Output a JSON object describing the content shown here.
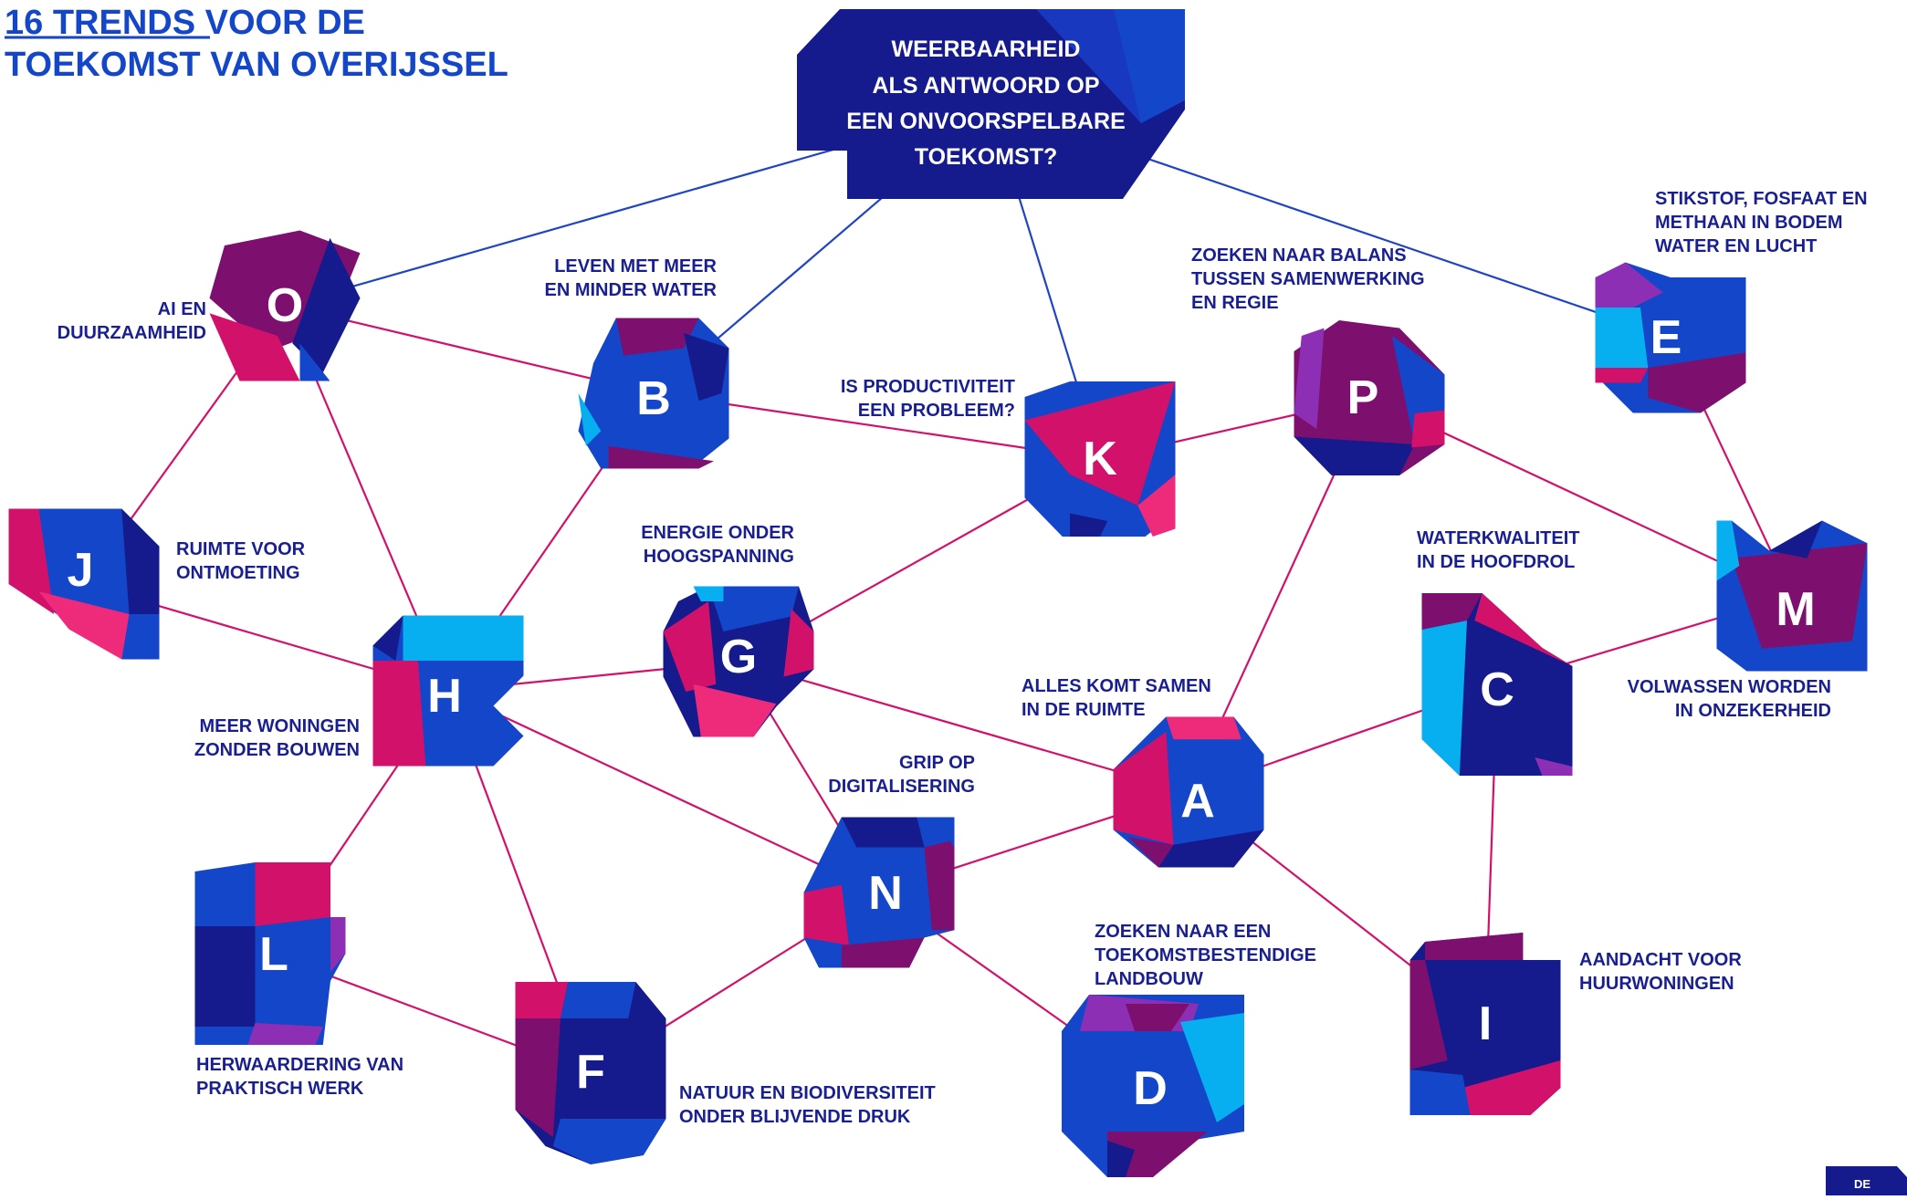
{
  "title": {
    "line1_prefix": "16 TRENDS",
    "line1_rest": " VOOR DE",
    "line2": "TOEKOMST VAN OVERIJSSEL"
  },
  "hub": {
    "lines": [
      "WEERBAARHEID",
      "ALS ANTWOORD OP",
      "EEN ONVOORSPELBARE",
      "TOEKOMST?"
    ]
  },
  "nodes": [
    {
      "id": "O",
      "letter": "O",
      "label": [
        "AI EN",
        "DUURZAAMHEID"
      ]
    },
    {
      "id": "B",
      "letter": "B",
      "label": [
        "LEVEN MET MEER",
        "EN MINDER WATER"
      ]
    },
    {
      "id": "K",
      "letter": "K",
      "label": [
        "IS PRODUCTIVITEIT",
        "EEN PROBLEEM?"
      ]
    },
    {
      "id": "P",
      "letter": "P",
      "label": [
        "ZOEKEN NAAR BALANS",
        "TUSSEN SAMENWERKING",
        "EN REGIE"
      ]
    },
    {
      "id": "E",
      "letter": "E",
      "label": [
        "STIKSTOF, FOSFAAT EN",
        "METHAAN IN BODEM",
        "WATER EN LUCHT"
      ]
    },
    {
      "id": "J",
      "letter": "J",
      "label": [
        "RUIMTE VOOR",
        "ONTMOETING"
      ]
    },
    {
      "id": "H",
      "letter": "H",
      "label": [
        "MEER WONINGEN",
        "ZONDER BOUWEN"
      ]
    },
    {
      "id": "G",
      "letter": "G",
      "label": [
        "ENERGIE ONDER",
        "HOOGSPANNING"
      ]
    },
    {
      "id": "C",
      "letter": "C",
      "label": [
        "WATERKWALITEIT",
        "IN DE HOOFDROL"
      ]
    },
    {
      "id": "M",
      "letter": "M",
      "label": [
        "VOLWASSEN WORDEN",
        "IN ONZEKERHEID"
      ]
    },
    {
      "id": "A",
      "letter": "A",
      "label": [
        "ALLES KOMT SAMEN",
        "IN DE RUIMTE"
      ]
    },
    {
      "id": "N",
      "letter": "N",
      "label": [
        "GRIP OP",
        "DIGITALISERING"
      ]
    },
    {
      "id": "L",
      "letter": "L",
      "label": [
        "HERWAARDERING VAN",
        "PRAKTISCH WERK"
      ]
    },
    {
      "id": "F",
      "letter": "F",
      "label": [
        "NATUUR EN BIODIVERSITEIT",
        "ONDER BLIJVENDE DRUK"
      ]
    },
    {
      "id": "D",
      "letter": "D",
      "label": [
        "ZOEKEN NAAR EEN",
        "TOEKOMSTBESTENDIGE",
        "LANDBOUW"
      ]
    },
    {
      "id": "I",
      "letter": "I",
      "label": [
        "AANDACHT VOOR",
        "HUURWONINGEN"
      ]
    }
  ],
  "hub_links": [
    "O",
    "B",
    "K",
    "E"
  ],
  "links": [
    [
      "O",
      "B"
    ],
    [
      "O",
      "J"
    ],
    [
      "O",
      "H"
    ],
    [
      "B",
      "K"
    ],
    [
      "B",
      "H"
    ],
    [
      "K",
      "P"
    ],
    [
      "K",
      "G"
    ],
    [
      "P",
      "A"
    ],
    [
      "P",
      "M"
    ],
    [
      "E",
      "M"
    ],
    [
      "J",
      "H"
    ],
    [
      "H",
      "G"
    ],
    [
      "H",
      "N"
    ],
    [
      "H",
      "L"
    ],
    [
      "H",
      "F"
    ],
    [
      "G",
      "A"
    ],
    [
      "G",
      "N"
    ],
    [
      "C",
      "M"
    ],
    [
      "C",
      "A"
    ],
    [
      "C",
      "I"
    ],
    [
      "A",
      "N"
    ],
    [
      "A",
      "I"
    ],
    [
      "N",
      "F"
    ],
    [
      "N",
      "D"
    ],
    [
      "L",
      "F"
    ]
  ],
  "corner_badge": "DE",
  "colors": {
    "navy": "#151a8c",
    "blue": "#1346c9",
    "cyan": "#07aef0",
    "magenta": "#d2116b",
    "purple": "#7d106f",
    "pink": "#ee2a7b",
    "violet": "#8c2fb4",
    "hub_line": "#1f45c4",
    "link_line": "#d2116b"
  }
}
